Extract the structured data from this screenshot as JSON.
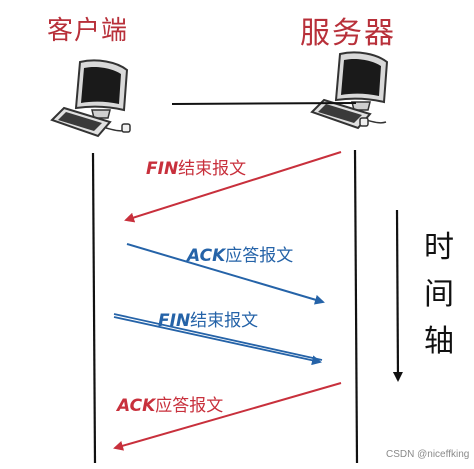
{
  "header": {
    "client_label": "客户端",
    "server_label": "服务器"
  },
  "axis": {
    "chars": [
      "时",
      "间",
      "轴"
    ]
  },
  "messages": [
    {
      "prefix": "FIN",
      "text": "结束报文",
      "direction": "server-to-client",
      "color": "#c8303c"
    },
    {
      "prefix": "ACK",
      "text": "应答报文",
      "direction": "client-to-server",
      "color": "#2563a8"
    },
    {
      "prefix": "FIN",
      "text": "结束报文",
      "direction": "client-to-server",
      "color": "#2563a8"
    },
    {
      "prefix": "ACK",
      "text": "应答报文",
      "direction": "server-to-client",
      "color": "#c8303c"
    }
  ],
  "icons": [
    "computer-icon",
    "computer-icon"
  ],
  "colors": {
    "red": "#c8303c",
    "blue": "#2563a8",
    "title_red": "#b8303a"
  },
  "watermark": "CSDN @niceffking"
}
